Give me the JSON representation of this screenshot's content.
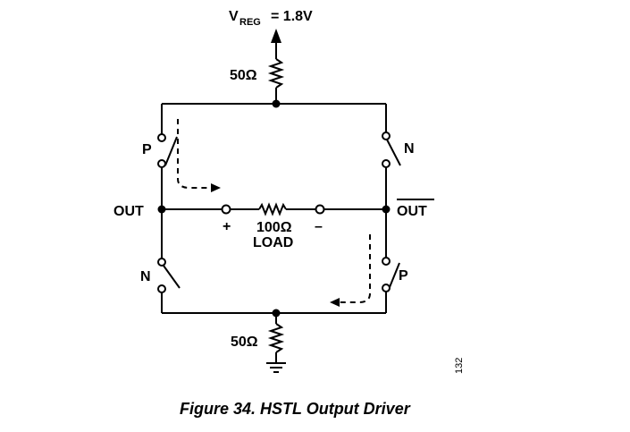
{
  "labels": {
    "vreg_main": "V",
    "vreg_sub": "REG",
    "vreg_value": "= 1.8V",
    "res_top": "50Ω",
    "res_bottom": "50Ω",
    "res_load": "100Ω",
    "load": "LOAD",
    "out": "OUT",
    "out_bar": "OUT",
    "plus": "+",
    "minus": "–",
    "p_top_left": "P",
    "n_top_right": "N",
    "n_bottom_left": "N",
    "p_bottom_right": "P"
  },
  "caption": "Figure 34. HSTL Output Driver",
  "figure_code": "132"
}
